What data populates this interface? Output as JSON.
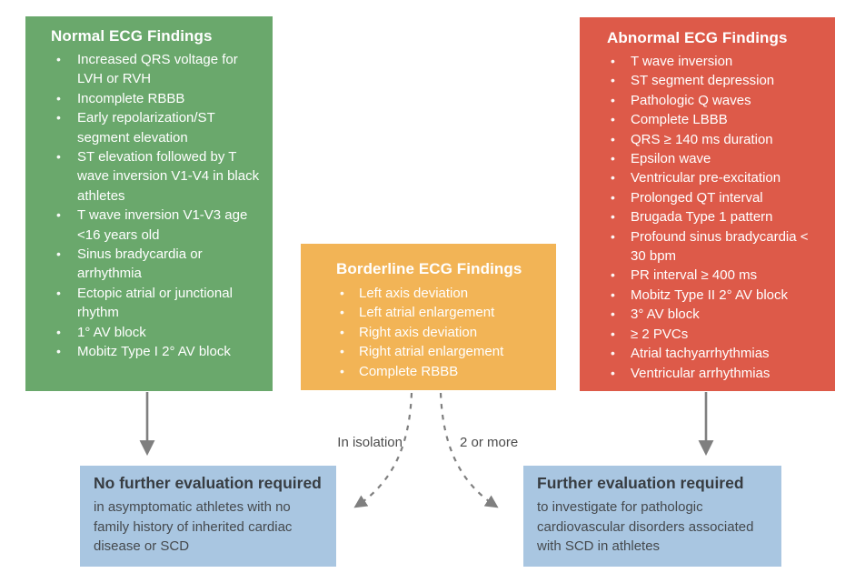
{
  "diagram": {
    "normal": {
      "title": "Normal ECG Findings",
      "items": [
        "Increased QRS voltage for LVH or RVH",
        "Incomplete RBBB",
        "Early repolarization/ST segment elevation",
        "ST elevation followed by T wave inversion V1-V4 in black athletes",
        "T wave inversion V1-V3 age <16 years old",
        "Sinus bradycardia or arrhythmia",
        "Ectopic atrial or junctional rhythm",
        "1° AV block",
        "Mobitz Type I 2° AV block"
      ]
    },
    "borderline": {
      "title": "Borderline ECG Findings",
      "items": [
        "Left axis deviation",
        "Left atrial enlargement",
        "Right axis deviation",
        "Right atrial enlargement",
        "Complete RBBB"
      ]
    },
    "abnormal": {
      "title": "Abnormal ECG Findings",
      "items": [
        "T wave inversion",
        "ST segment depression",
        "Pathologic Q waves",
        "Complete LBBB",
        "QRS ≥ 140 ms duration",
        "Epsilon wave",
        "Ventricular pre-excitation",
        "Prolonged QT interval",
        "Brugada Type 1 pattern",
        "Profound sinus bradycardia < 30 bpm",
        "PR interval ≥ 400 ms",
        "Mobitz Type II 2° AV block",
        "3° AV block",
        "≥ 2 PVCs",
        "Atrial tachyarrhythmias",
        "Ventricular arrhythmias"
      ]
    },
    "outcome_negative": {
      "title": "No further evaluation required",
      "body": "in asymptomatic athletes with no family history of inherited cardiac disease or SCD"
    },
    "outcome_positive": {
      "title": "Further evaluation required",
      "body": "to investigate for pathologic cardiovascular disorders associated with SCD in athletes"
    },
    "labels": {
      "in_isolation": "In isolation",
      "two_or_more": "2 or more"
    },
    "colors": {
      "normal_bg": "#6aa86c",
      "borderline_bg": "#f2b456",
      "abnormal_bg": "#dd5a49",
      "outcome_bg": "#a9c6e1",
      "box_text": "#ffffff",
      "outcome_title": "#373c41",
      "outcome_body": "#45494d",
      "arrow": "#7f7f7f",
      "label_text": "#4c4c4c",
      "page_bg": "#ffffff"
    }
  }
}
